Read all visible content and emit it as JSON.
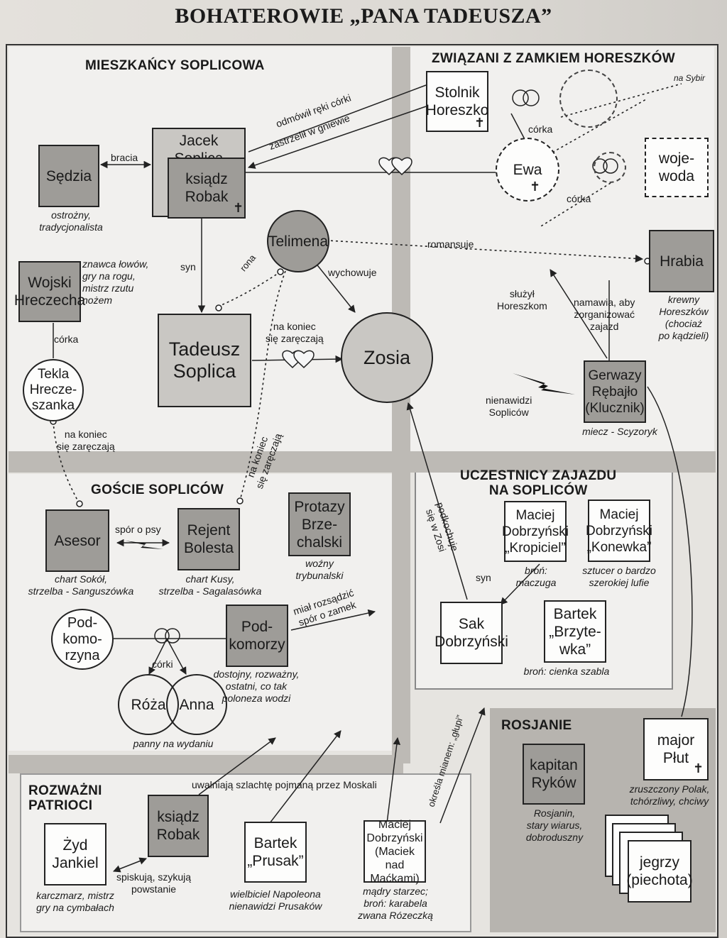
{
  "title": "BOHATEROWIE „PANA TADEUSZA”",
  "sections": {
    "soplicowo": "MIESZKAŃCY SOPLICOWA",
    "horeszko": "ZWIĄZANI Z ZAMKIEM HORESZKÓW",
    "goscie": "GOŚCIE SOPLICÓW",
    "zajazd": [
      "UCZESTNICY ZAJAZDU",
      "NA SOPLICÓW"
    ],
    "rosjanie": "ROSJANIE",
    "patrioci": [
      "ROZWAŻNI",
      "PATRIOCI"
    ]
  },
  "characters": {
    "sedzia": "Sędzia",
    "jacek": "Jacek Soplica",
    "robak": [
      "ksiądz",
      "Robak"
    ],
    "wojski": [
      "Wojski",
      "Hreczecha"
    ],
    "tekla": [
      "Tekla",
      "Hrecze-",
      "szanka"
    ],
    "tadeusz": [
      "Tadeusz",
      "Soplica"
    ],
    "telimena": "Telimena",
    "zosia": "Zosia",
    "stolnik": [
      "Stolnik",
      "Horeszko"
    ],
    "ewa": "Ewa",
    "wojewoda": [
      "woje-",
      "woda"
    ],
    "hrabia": "Hrabia",
    "gerwazy": [
      "Gerwazy",
      "Rębajło",
      "(Klucznik)"
    ],
    "asesor": "Asesor",
    "rejent": [
      "Rejent",
      "Bolesta"
    ],
    "protazy": [
      "Protazy",
      "Brze-",
      "chalski"
    ],
    "podkomorzyna": [
      "Pod-",
      "komo-",
      "rzyna"
    ],
    "podkomorzy": [
      "Pod-",
      "komorzy"
    ],
    "roza": "Róża",
    "anna": "Anna",
    "maciej_kropiciel": [
      "Maciej",
      "Dobrzyński",
      "„Kropiciel”"
    ],
    "maciej_konewka": [
      "Maciej",
      "Dobrzyński",
      "„Konewka”"
    ],
    "sak": [
      "Sak",
      "Dobrzyński"
    ],
    "bartek_brzytewka": [
      "Bartek",
      "„Brzyte-",
      "wka”"
    ],
    "plut": [
      "major",
      "Płut"
    ],
    "rykow": [
      "kapitan",
      "Ryków"
    ],
    "jegrzy": [
      "jegrzy",
      "(piechota)"
    ],
    "jankiel": [
      "Żyd",
      "Jankiel"
    ],
    "robak2": [
      "ksiądz",
      "Robak"
    ],
    "bartek_prusak": [
      "Bartek",
      "„Prusak”"
    ],
    "maciek": [
      "Maciej",
      "Dobrzyński",
      "(Maciek nad",
      "Maćkami)"
    ]
  },
  "notes": {
    "sedzia": [
      "ostrożny,",
      "tradycjonalista"
    ],
    "wojski": [
      "znawca łowów,",
      "gry na rogu,",
      "mistrz rzutu",
      "nożem"
    ],
    "gerwazy": "miecz - Scyzoryk",
    "hrabia": [
      "krewny",
      "Horeszków",
      "(chociaż",
      "po kądzieli)"
    ],
    "asesor": [
      "chart Sokół,",
      "strzelba - Sanguszówka"
    ],
    "rejent": [
      "chart Kusy,",
      "strzelba - Sagalasówka"
    ],
    "protazy": [
      "woźny",
      "trybunalski"
    ],
    "podkomorzy": [
      "dostojny, rozważny,",
      "ostatni, co tak",
      "poloneza wodzi"
    ],
    "corki_panny": "panny na wydaniu",
    "kropiciel": [
      "broń:",
      "maczuga"
    ],
    "konewka": [
      "sztucer o bardzo",
      "szerokiej lufie"
    ],
    "brzytewka": "broń: cienka szabla",
    "plut": [
      "zruszczony Polak,",
      "tchórzliwy, chciwy"
    ],
    "rykow": [
      "Rosjanin,",
      "stary wiarus,",
      "dobroduszny"
    ],
    "jankiel": [
      "karczmarz, mistrz",
      "gry na cymbałach"
    ],
    "prusak": [
      "wielbiciel Napoleona",
      "nienawidzi Prusaków"
    ],
    "maciek": [
      "mądry starzec;",
      "broń: karabela",
      "zwana Rózeczką"
    ]
  },
  "relations": {
    "bracia": "bracia",
    "odmowil": "odmówił ręki córki",
    "zastrzelil": "zastrzelił w gniewie",
    "corka1": "córka",
    "corka2": "córka",
    "corka_wojski": "córka",
    "syn_robak": "syn",
    "ronsa": "rona",
    "wychowuje": "wychowuje",
    "romansuje": "romansuje",
    "na_syb": "na Sybir",
    "sluzyl": [
      "służył",
      "Horeszkom"
    ],
    "namawia": [
      "namawia, aby",
      "zorganizować",
      "zajazd"
    ],
    "nienawidzi": [
      "nienawidzi",
      "Sopliców"
    ],
    "zareczaja_tz": [
      "na koniec",
      "się zaręczają"
    ],
    "zareczaja_ta": [
      "na koniec",
      "się zaręczają"
    ],
    "zareczaja_tr": [
      "na koniec",
      "się zaręczają"
    ],
    "spor_o_psy": "spór o psy",
    "mial_rozsadzic": [
      "miał rozsądzić",
      "spór o zamek"
    ],
    "corki": "córki",
    "podkochuje": [
      "podkochuje",
      "się w Zosi"
    ],
    "syn_sak": "syn",
    "uwalniaja": "uwalniają szlachtę pojmaną przez Moskali",
    "okresla": [
      "określa mianem: „głupi”"
    ],
    "spiskuja": [
      "spiskują, szykują",
      "powstanie"
    ]
  },
  "colors": {
    "region_light": "#f1f0ee",
    "band": "#bdbab5",
    "box_gray": "#9e9c98",
    "frame": "#333333"
  }
}
